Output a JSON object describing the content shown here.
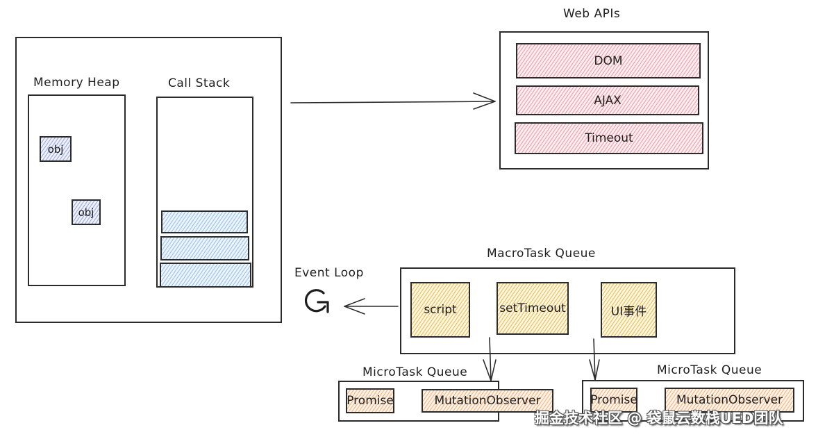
{
  "engine": {
    "memory_heap": {
      "title": "Memory Heap",
      "objects": [
        "obj",
        "obj"
      ]
    },
    "call_stack": {
      "title": "Call Stack",
      "frames": [
        "",
        "",
        ""
      ]
    }
  },
  "web_apis": {
    "title": "Web APIs",
    "items": [
      "DOM",
      "AJAX",
      "Timeout"
    ]
  },
  "event_loop": {
    "title": "Event Loop",
    "icon": "refresh-icon"
  },
  "macrotask_queue": {
    "title": "MacroTask Queue",
    "items": [
      "script",
      "setTimeout",
      "UI事件"
    ]
  },
  "microtask_queues": [
    {
      "title": "MicroTask Queue",
      "items": [
        "Promise",
        "MutationObserver"
      ]
    },
    {
      "title": "MicroTask Queue",
      "items": [
        "Promise",
        "MutationObserver"
      ]
    }
  ],
  "colors": {
    "call_stack_fill": "#a5c8ec",
    "heap_object_fill": "#a8b4e0",
    "web_api_fill": "#f2a9b2",
    "macrotask_fill": "#ecc76a",
    "microtask_fill": "#f2bf8e",
    "stroke": "#2b2b2b"
  },
  "watermark": "掘金技术社区 @ 袋鼠云数栈UED团队"
}
